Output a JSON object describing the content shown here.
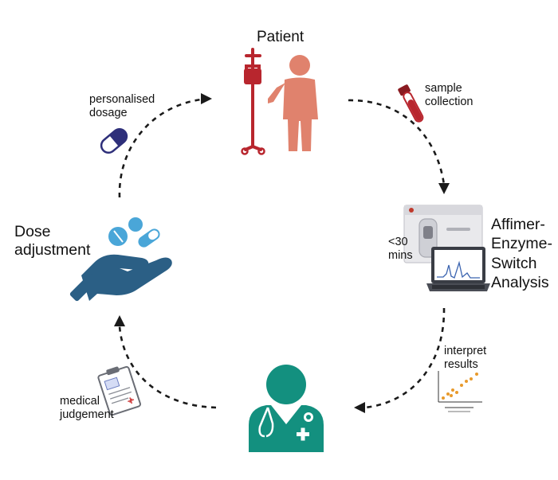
{
  "nodes": {
    "patient": {
      "label": "Patient",
      "icon": "patient-iv-icon"
    },
    "analysis": {
      "label_lines": [
        "Affimer-",
        "Enzyme-",
        "Switch",
        "Analysis"
      ],
      "icon": "analyzer-laptop-icon"
    },
    "doctor": {
      "icon": "doctor-icon"
    },
    "dose": {
      "label_lines": [
        "Dose",
        "adjustment"
      ],
      "icon": "hand-pills-icon"
    }
  },
  "steps": {
    "personalised": {
      "label_lines": [
        "personalised",
        "dosage"
      ],
      "icon": "capsule-icon"
    },
    "sample": {
      "label_lines": [
        "sample",
        "collection"
      ],
      "icon": "blood-tube-icon"
    },
    "time": {
      "label_lines": [
        "<30",
        "mins"
      ]
    },
    "interpret": {
      "label_lines": [
        "interpret",
        "results"
      ],
      "icon": "scatter-plot-icon"
    },
    "medical": {
      "label_lines": [
        "medical",
        "judgement"
      ],
      "icon": "clipboard-icon"
    }
  },
  "colors": {
    "patient": "#e0826d",
    "iv_stand": "#b8262e",
    "doctor": "#13907f",
    "hand": "#2b5f85",
    "pills": "#4aa6d8",
    "capsule": "#2e2f7a",
    "tube": "#b8262e",
    "arrow": "#1a1a1a"
  }
}
